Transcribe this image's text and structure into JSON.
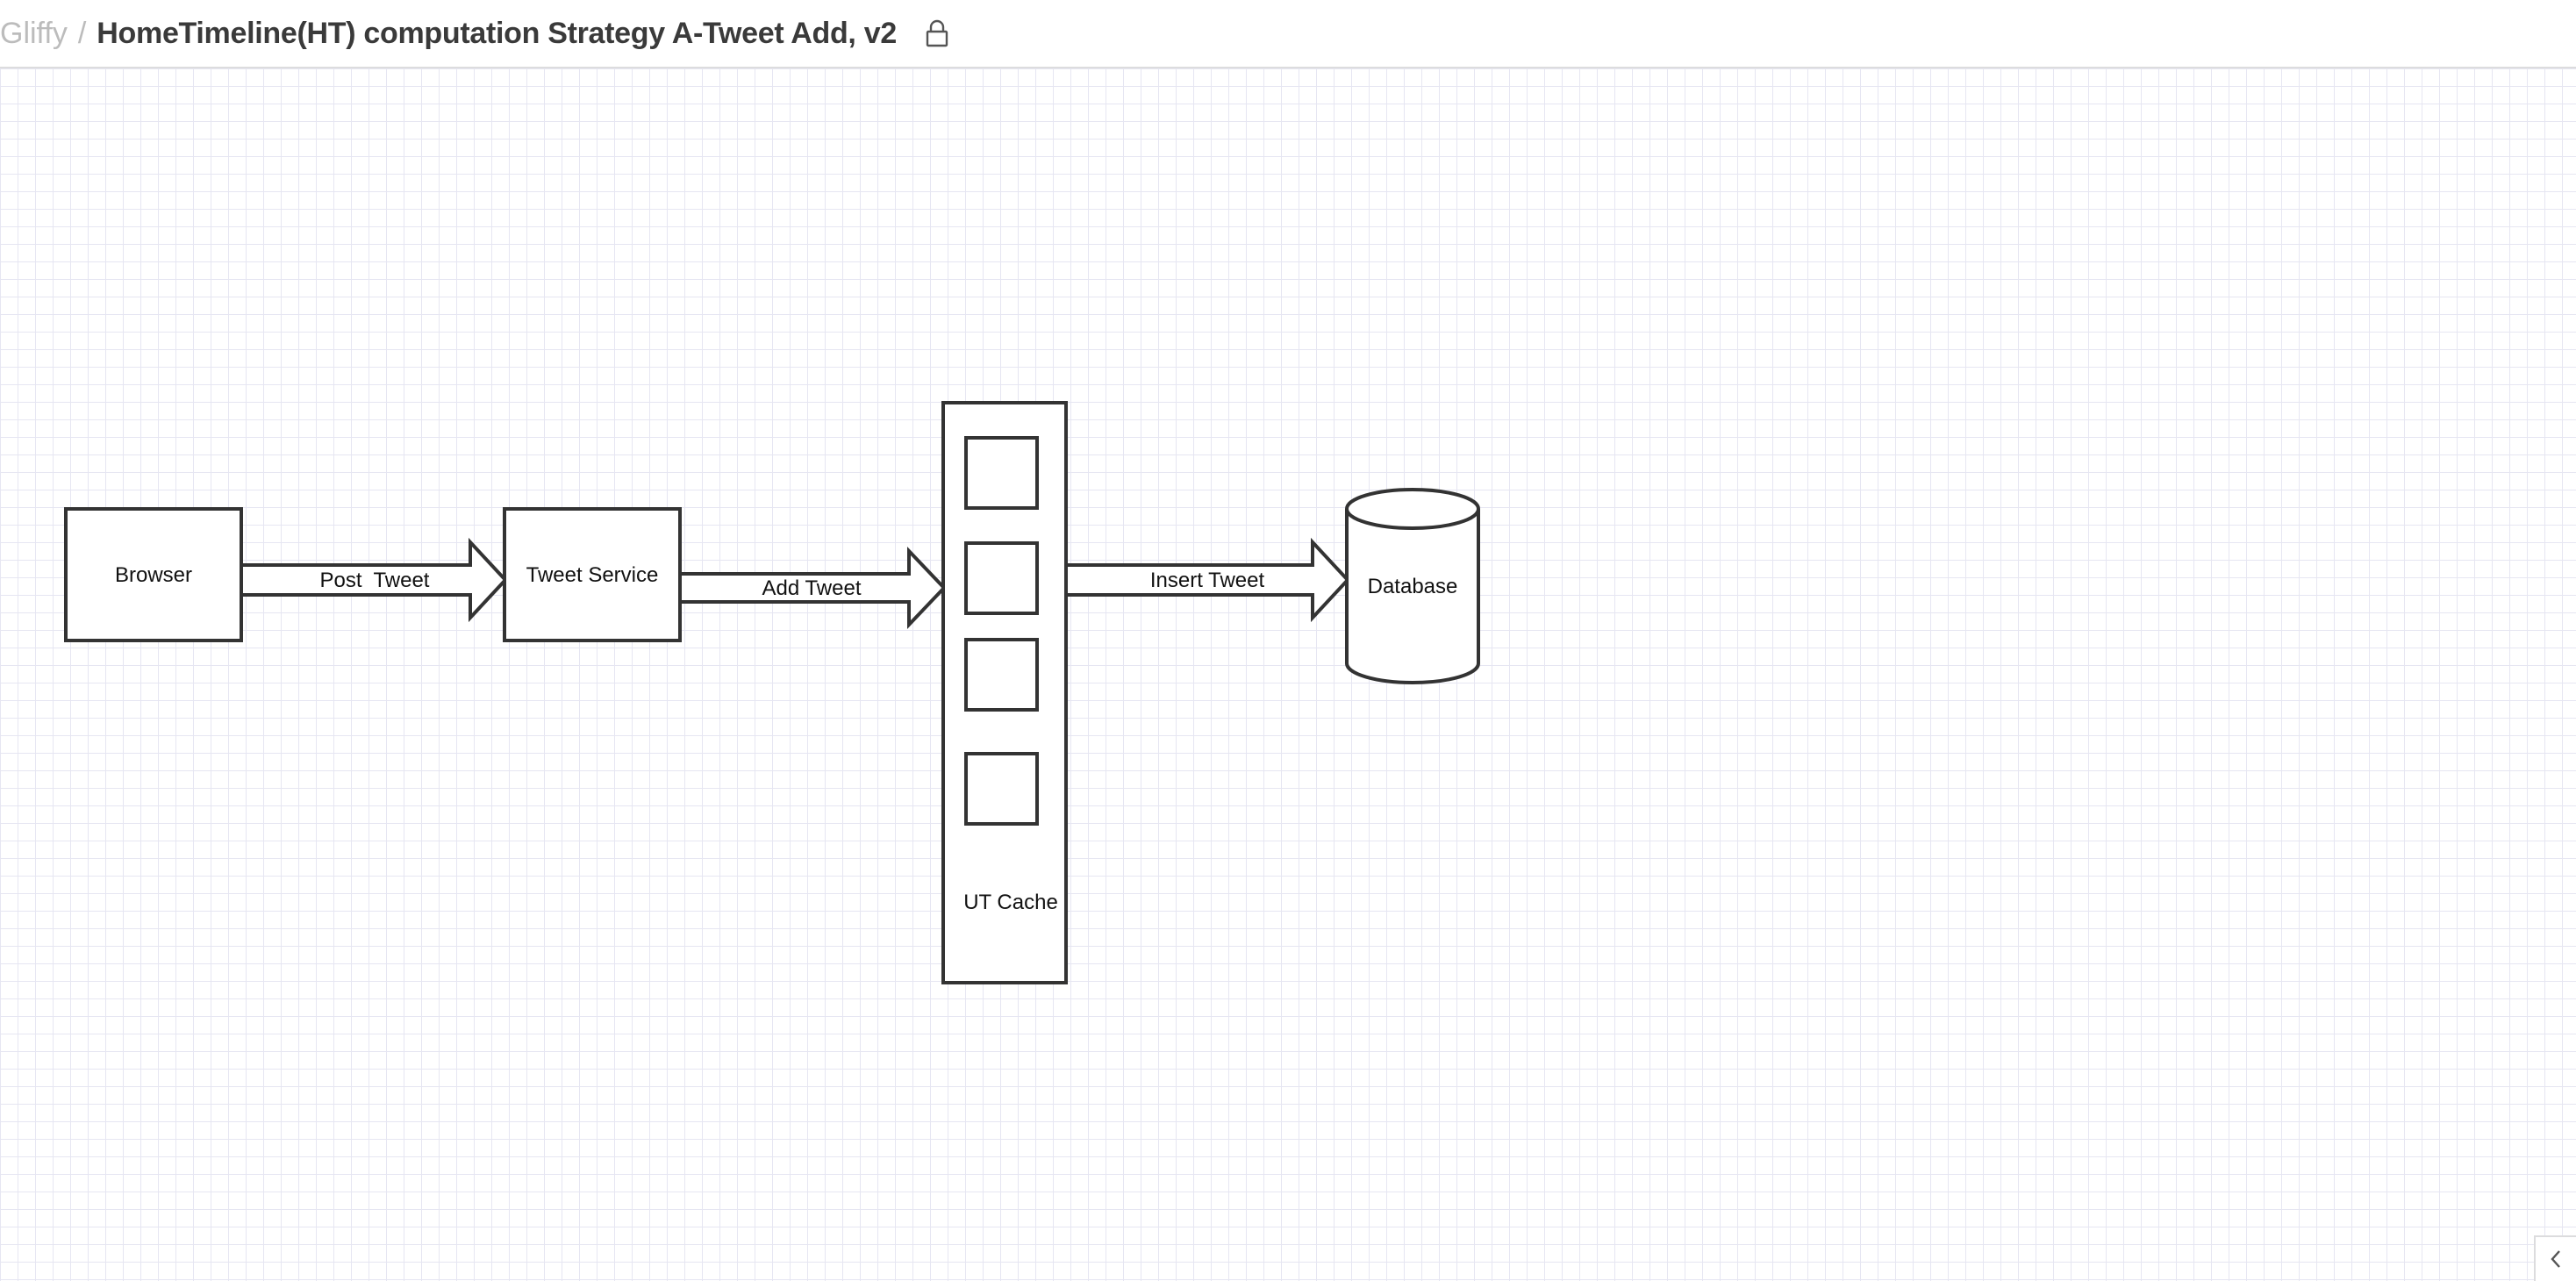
{
  "breadcrumb": {
    "root": "Gliffy",
    "separator": "/",
    "title": "HomeTimeline(HT) computation Strategy A-Tweet Add, v2"
  },
  "header": {
    "lock_icon": "lock-icon"
  },
  "diagram": {
    "nodes": {
      "browser": {
        "label": "Browser"
      },
      "tweet_service": {
        "label": "Tweet Service"
      },
      "ut_cache": {
        "label": "UT Cache"
      },
      "database": {
        "label": "Database"
      }
    },
    "arrows": {
      "post_tweet": {
        "label": "Post  Tweet"
      },
      "add_tweet": {
        "label": "Add Tweet"
      },
      "insert_tweet": {
        "label": "Insert Tweet"
      }
    },
    "stroke_color": "#333333"
  },
  "sidebar_toggle": {
    "icon": "chevron-left-icon"
  }
}
